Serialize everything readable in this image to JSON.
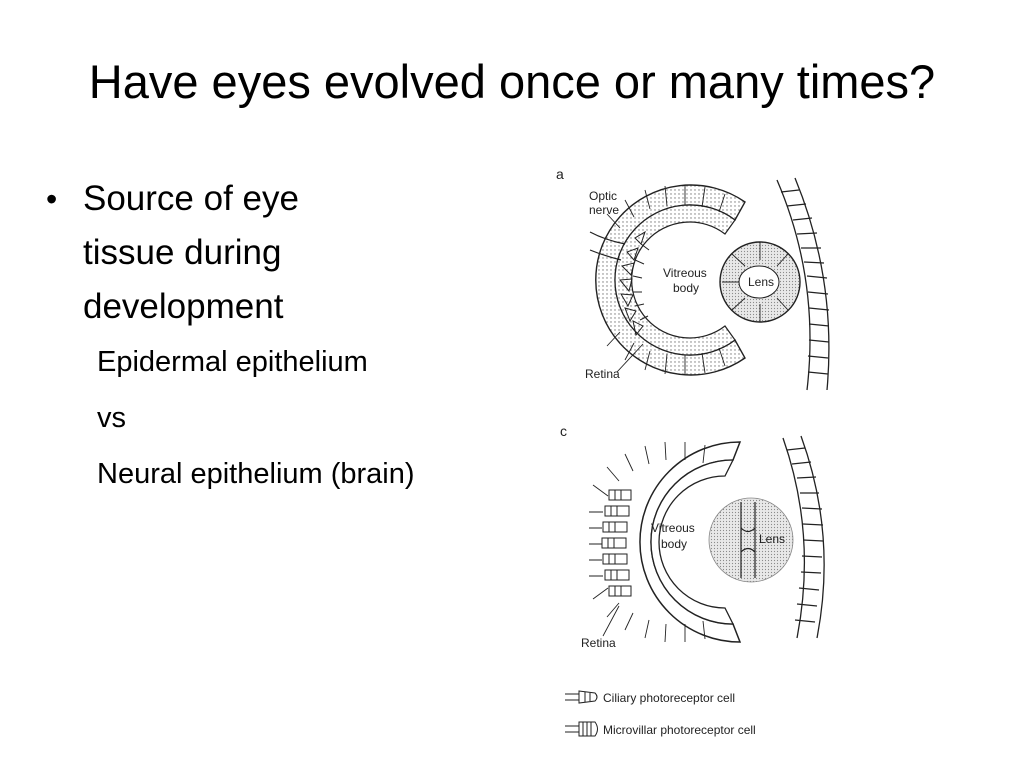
{
  "title": "Have eyes evolved once or many times?",
  "bullet": {
    "text": "Source of eye tissue during development",
    "sub_items": [
      "Epidermal epithelium",
      "vs",
      "Neural epithelium (brain)"
    ]
  },
  "figure": {
    "panel_a": {
      "letter": "a",
      "labels": {
        "optic": "Optic",
        "nerve": "nerve",
        "vitreous": "Vitreous",
        "body": "body",
        "lens": "Lens",
        "retina": "Retina"
      }
    },
    "panel_c": {
      "letter": "c",
      "labels": {
        "vitreous": "Vitreous",
        "body": "body",
        "lens": "Lens",
        "retina": "Retina"
      }
    },
    "legend": {
      "ciliary": "Ciliary photoreceptor cell",
      "microvillar": "Microvillar photoreceptor cell"
    }
  }
}
